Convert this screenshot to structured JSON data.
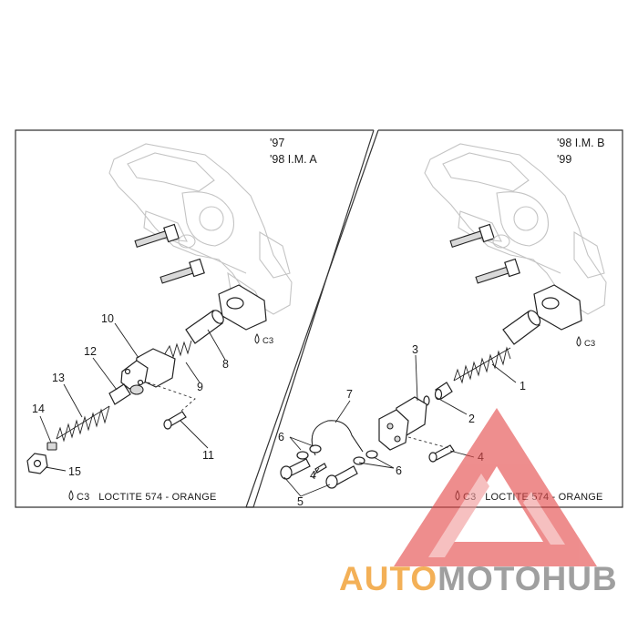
{
  "left_panel": {
    "header_line1": "'97",
    "header_line2": "'98 I.M. A",
    "callouts": [
      "8",
      "9",
      "10",
      "11",
      "12",
      "13",
      "14",
      "15"
    ],
    "c3_mark": "C3",
    "legend": "C3   LOCTITE 574 - ORANGE"
  },
  "right_panel": {
    "header_line1": "'98 I.M. B",
    "header_line2": "'99",
    "callouts": [
      "1",
      "2",
      "3",
      "4",
      "4",
      "5",
      "6",
      "6",
      "7"
    ],
    "c3_mark": "C3",
    "legend": "C3   LOCTITE 574 - ORANGE"
  },
  "watermark": {
    "part1": "AUTO",
    "part2": "MOTO",
    "part3": "HUB",
    "color_orange": "#f2a33a",
    "color_grey": "#8f8f8f",
    "color_red": "#e23a3a"
  }
}
